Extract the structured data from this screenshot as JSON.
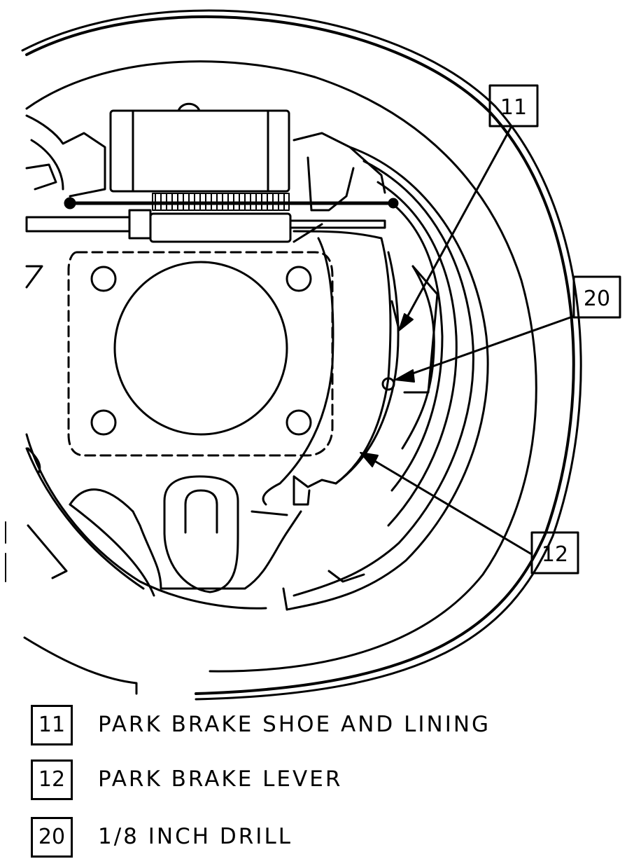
{
  "callouts": [
    {
      "number": "11"
    },
    {
      "number": "20"
    },
    {
      "number": "12"
    }
  ],
  "legend": [
    {
      "number": "11",
      "label": "PARK BRAKE SHOE AND LINING"
    },
    {
      "number": "12",
      "label": "PARK BRAKE LEVER"
    },
    {
      "number": "20",
      "label": "1/8 INCH DRILL"
    }
  ]
}
